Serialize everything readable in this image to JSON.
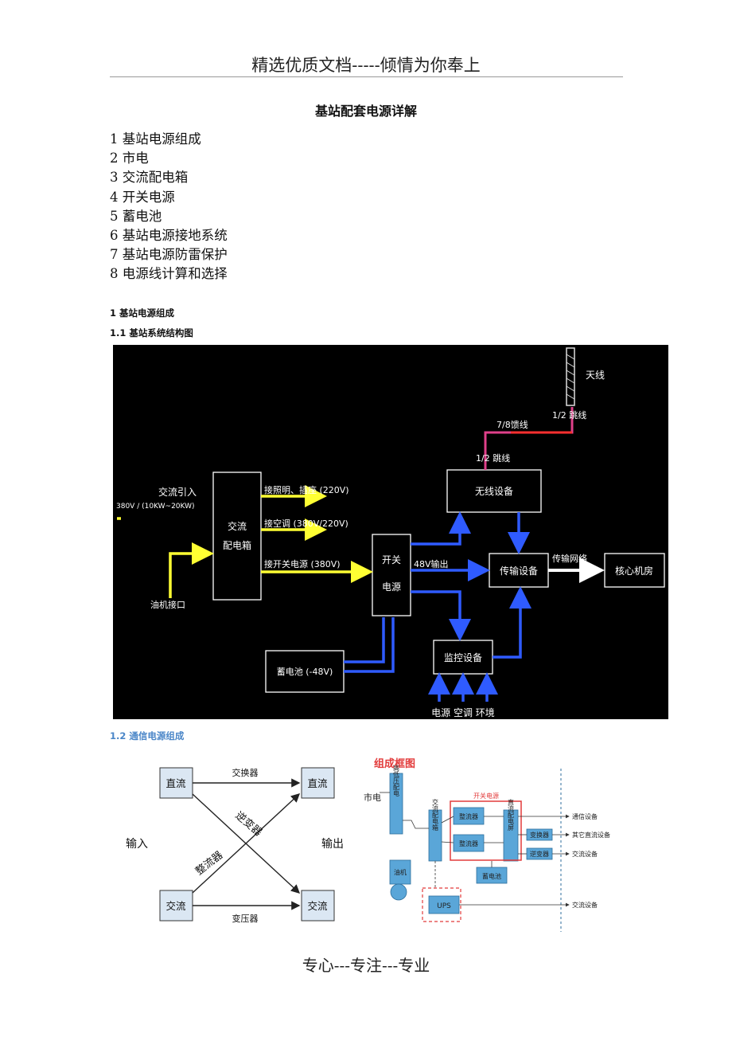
{
  "header": {
    "text": "精选优质文档-----倾情为你奉上"
  },
  "title": "基站配套电源详解",
  "toc": [
    "1  基站电源组成",
    "2  市电",
    "3  交流配电箱",
    "4  开关电源",
    "5  蓄电池",
    "6  基站电源接地系统",
    "7  基站电源防雷保护",
    "8  电源线计算和选择"
  ],
  "section1": {
    "heading": "1  基站电源组成",
    "sub1": "1.1   基站系统结构图",
    "sub2": "1.2  通信电源组成"
  },
  "fig1": {
    "antenna": "天线",
    "jumper_top": "1/2 跳线",
    "feeder": "7/8馈线",
    "jumper_bottom": "1/2 跳线",
    "wireless": "无线设备",
    "ac_in": "交流引入",
    "ac_in_spec": "380V / (10KW~20KW)",
    "ac_box_1": "交流",
    "ac_box_2": "配电箱",
    "lighting": "接照明、插座 (220V)",
    "aircon": "接空调 (380V/220V)",
    "switch_feed": "接开关电源 (380V)",
    "switch_1": "开关",
    "switch_2": "电源",
    "out48": "48V输出",
    "transmission": "传输设备",
    "trans_net": "传输网络",
    "core": "核心机房",
    "generator": "油机接口",
    "battery": "蓄电池 (-48V)",
    "monitor": "监控设备",
    "monitor_inputs": "电源 空调 环境"
  },
  "fig2": {
    "dc_in": "直流",
    "dc_out": "直流",
    "ac_in": "交流",
    "ac_out": "交流",
    "converter": "交换器",
    "transformer": "变压器",
    "inverter": "逆变器",
    "rectifier": "整流器",
    "input": "输入",
    "output": "输出"
  },
  "fig3": {
    "title": "组成框图",
    "mains": "市电",
    "hv": "高低压配电",
    "ac_dist": "交流配电箱",
    "switch_label": "开关电源",
    "rect1": "整流器",
    "rect2": "整流器",
    "dc_dist": "直流配电屏",
    "battery": "蓄电池",
    "dcdc": "变换器",
    "inv": "逆变器",
    "gen": "油机",
    "ups": "UPS",
    "out1": "通信设备",
    "out2": "其它直流设备",
    "out3": "交流设备",
    "out4": "交流设备"
  },
  "footer": {
    "text": "专心---专注---专业"
  }
}
